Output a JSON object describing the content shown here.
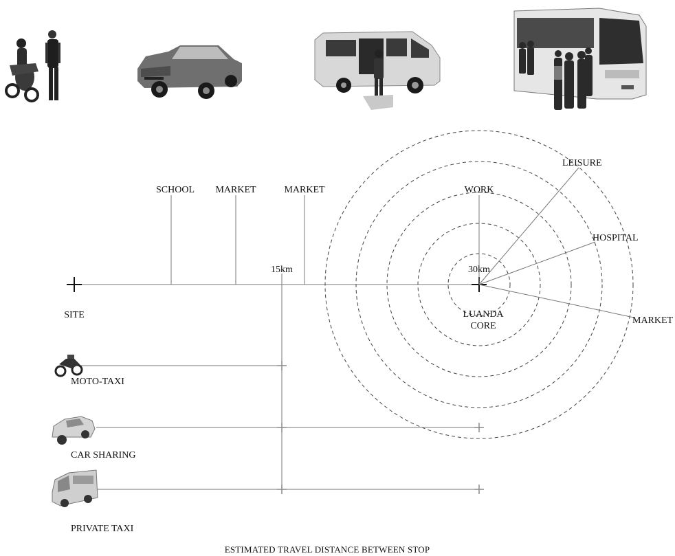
{
  "photos": [
    {
      "name": "moto-taxi-photo"
    },
    {
      "name": "car-sharing-photo"
    },
    {
      "name": "minibus-taxi-photo"
    },
    {
      "name": "city-bus-photo"
    }
  ],
  "route": {
    "start_label": "SITE",
    "stops": [
      "SCHOOL",
      "MARKET",
      "MARKET"
    ],
    "mid_distance": "15km",
    "core_distance": "30km",
    "core_label_line1": "LUANDA",
    "core_label_line2": "CORE"
  },
  "core_destinations": [
    "WORK",
    "LEISURE",
    "HOSPITAL",
    "MARKET"
  ],
  "modes": [
    {
      "label": "MOTO-TAXI",
      "icon": "motorbike-icon"
    },
    {
      "label": "CAR SHARING",
      "icon": "car-icon"
    },
    {
      "label": "PRIVATE TAXI",
      "icon": "van-icon"
    }
  ],
  "caption": "ESTIMATED TRAVEL DISTANCE BETWEEN STOP",
  "colors": {
    "ink": "#111111",
    "line": "#777777",
    "dashed": "#444444"
  }
}
